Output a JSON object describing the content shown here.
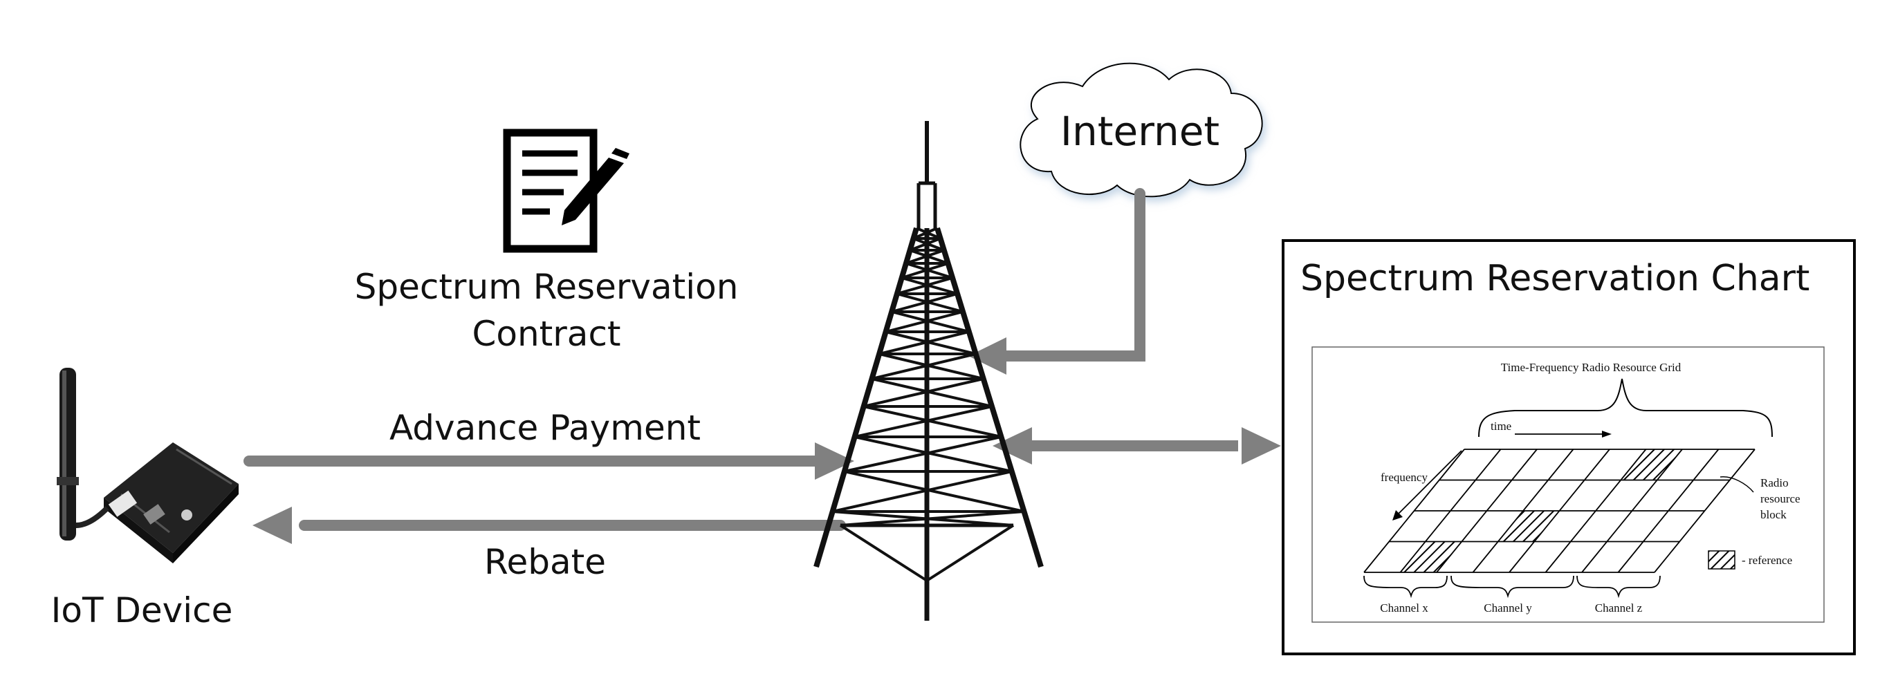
{
  "cloud": {
    "label": "Internet"
  },
  "contract": {
    "line1": "Spectrum Reservation",
    "line2": "Contract",
    "icon": "contract-signature-icon"
  },
  "device": {
    "label": "IoT Device",
    "icon": "iot-board-icon"
  },
  "tower": {
    "icon": "cell-tower-icon"
  },
  "flows": {
    "payment": "Advance Payment",
    "rebate": "Rebate"
  },
  "chart": {
    "title": "Spectrum Reservation Chart",
    "grid_title": "Time-Frequency Radio Resource Grid",
    "time_label": "time",
    "frequency_label": "frequency",
    "rrb_line1": "Radio",
    "rrb_line2": "resource",
    "rrb_line3": "block",
    "legend": "- reference",
    "channels": [
      "Channel x",
      "Channel y",
      "Channel z"
    ]
  },
  "colors": {
    "arrow": "#808080",
    "stroke": "#000000"
  }
}
